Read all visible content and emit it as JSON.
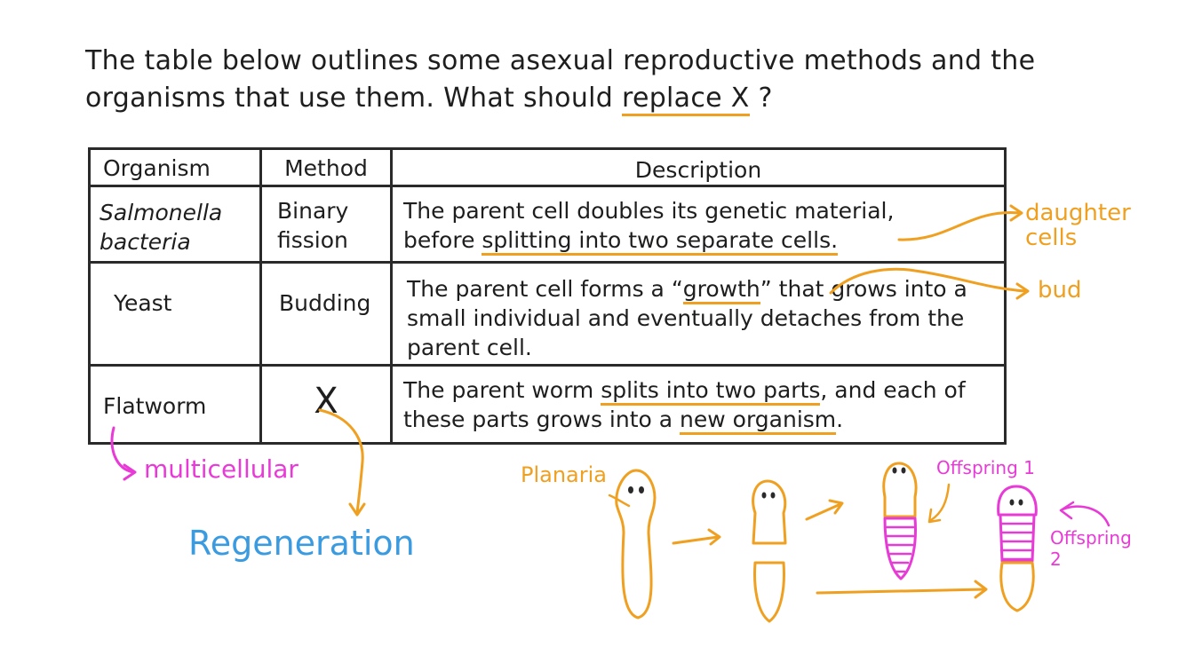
{
  "question": {
    "text_before": "The table below outlines some asexual reproductive methods and the organisms that use them. What should ",
    "highlight": "replace X",
    "text_after": "?"
  },
  "table": {
    "headers": [
      "Organism",
      "Method",
      "Description"
    ],
    "rows": [
      {
        "organism": "Salmonella bacteria",
        "method": "Binary fission",
        "description_before": "The parent cell doubles its genetic material, before ",
        "description_highlight": "splitting into two separate cells.",
        "description_after": ""
      },
      {
        "organism": "Yeast",
        "method": "Budding",
        "description_before": "The parent cell forms a “",
        "description_highlight": "growth",
        "description_after": "” that grows into a small individual and eventually detaches from the parent cell."
      },
      {
        "organism": "Flatworm",
        "method": "X",
        "description_before": "The parent worm ",
        "description_highlight": "splits into two parts",
        "description_middle": ", and each of these parts grows into a ",
        "description_highlight2": "new organism",
        "description_after": "."
      }
    ]
  },
  "annotations": {
    "daughter_cells": "daughter cells",
    "bud": "bud",
    "multicellular": "multicellular",
    "regeneration": "Regeneration",
    "planaria": "Planaria",
    "offspring1": "Offspring 1",
    "offspring2": "Offspring 2"
  },
  "colors": {
    "orange": "#f0a020",
    "magenta": "#e83ad6",
    "blue": "#3b9be0",
    "ink": "#2a2a2a"
  }
}
